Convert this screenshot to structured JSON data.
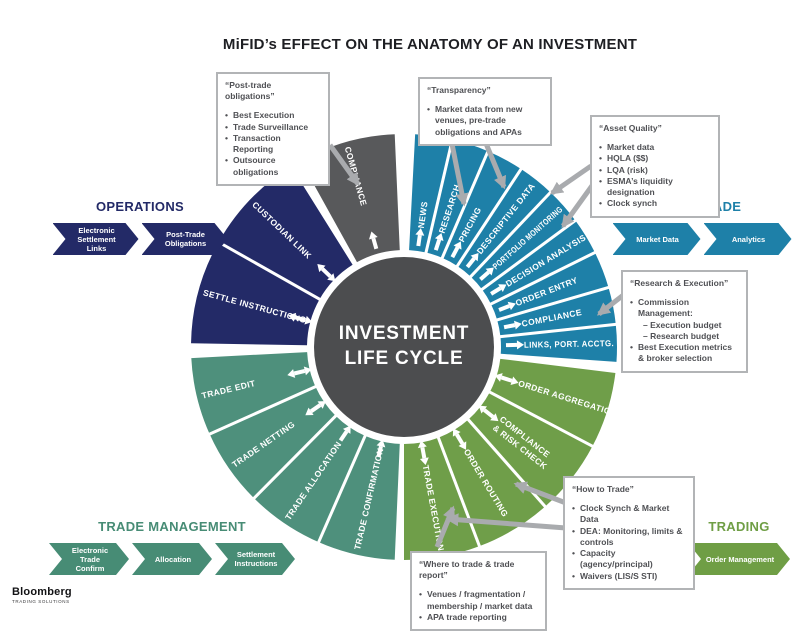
{
  "title": "MiFID’s EFFECT ON THE ANATOMY OF AN INVESTMENT",
  "wheel": {
    "center_label_line1": "INVESTMENT",
    "center_label_line2": "LIFE CYCLE",
    "center_color": "#4c4d4f",
    "separator_color": "#ffffff",
    "groups": [
      {
        "name": "compliance",
        "color": "#58595b",
        "segments": [
          {
            "label": "COMPLIANCE",
            "arrow": "out"
          }
        ]
      },
      {
        "name": "pre-trade",
        "color": "#1e80a8",
        "segments": [
          {
            "label": "NEWS",
            "arrow": "out"
          },
          {
            "label": "RESEARCH",
            "arrow": "out"
          },
          {
            "label": "PRICING",
            "arrow": "out"
          },
          {
            "label": "DESCRIPTIVE DATA",
            "arrow": "out"
          },
          {
            "label": "PORTFOLIO MONITORING",
            "arrow": "out"
          },
          {
            "label": "DECISION ANALYSIS",
            "arrow": "out"
          },
          {
            "label": "ORDER ENTRY",
            "arrow": "out"
          },
          {
            "label": "COMPLIANCE",
            "arrow": "out"
          },
          {
            "label": "LINKS, PORT. ACCTG.",
            "arrow": "out"
          }
        ]
      },
      {
        "name": "trading",
        "color": "#6f9e49",
        "segments": [
          {
            "label": "ORDER AGGREGATION",
            "arrow": "both"
          },
          {
            "label": "COMPLIANCE & RISK CHECK",
            "arrow": "both",
            "wrap": true
          },
          {
            "label": "ORDER ROUTING",
            "arrow": "both"
          },
          {
            "label": "TRADE EXECUTION",
            "arrow": "both"
          }
        ]
      },
      {
        "name": "trade-management",
        "color": "#4e907c",
        "segments": [
          {
            "label": "TRADE CONFIRMATION",
            "arrow": "in"
          },
          {
            "label": "TRADE ALLOCATION",
            "arrow": "in"
          },
          {
            "label": "TRADE NETTING",
            "arrow": "both"
          },
          {
            "label": "TRADE EDIT",
            "arrow": "both"
          }
        ]
      },
      {
        "name": "operations",
        "color": "#232a67",
        "segments": [
          {
            "label": "SETTLE INSTRUCTIONS",
            "arrow": "both"
          },
          {
            "label": "CUSTODIAN LINK",
            "arrow": "both"
          }
        ]
      }
    ]
  },
  "callouts": [
    {
      "id": "post-trade-obligations",
      "title": "“Post-trade obligations”",
      "items": [
        {
          "text": "Best Execution"
        },
        {
          "text": "Trade Surveillance"
        },
        {
          "text": "Transaction Reporting"
        },
        {
          "text": "Outsource obligations"
        }
      ]
    },
    {
      "id": "transparency",
      "title": "“Transparency”",
      "items": [
        {
          "text": "Market data from new venues, pre-trade obligations and APAs"
        }
      ]
    },
    {
      "id": "asset-quality",
      "title": "“Asset Quality”",
      "items": [
        {
          "text": "Market data"
        },
        {
          "text": "HQLA ($$)"
        },
        {
          "text": "LQA (risk)"
        },
        {
          "text": "ESMA’s liquidity designation"
        },
        {
          "text": "Clock synch"
        }
      ]
    },
    {
      "id": "research-execution",
      "title": "“Research & Execution”",
      "items": [
        {
          "text": "Commission Management:",
          "sub": [
            "– Execution budget",
            "– Research budget"
          ]
        },
        {
          "text": "Best Execution metrics & broker selection"
        }
      ]
    },
    {
      "id": "how-to-trade",
      "title": "“How to Trade”",
      "items": [
        {
          "text": "Clock Synch & Market Data"
        },
        {
          "text": "DEA: Monitoring, limits & controls"
        },
        {
          "text": "Capacity (agency/principal)"
        },
        {
          "text": "Waivers (LIS/S STI)"
        }
      ]
    },
    {
      "id": "where-to-trade",
      "title": "“Where to trade & trade report”",
      "items": [
        {
          "text": "Venues / fragmentation / membership / market data"
        },
        {
          "text": "APA trade reporting"
        }
      ]
    }
  ],
  "flows": [
    {
      "id": "operations",
      "heading": "OPERATIONS",
      "color": "#232a67",
      "steps": [
        "Electronic Settlement Links",
        "Post-Trade Obligations"
      ]
    },
    {
      "id": "pre-trade",
      "heading": "PRE-TRADE",
      "color": "#1e80a8",
      "steps": [
        "Market Data",
        "Analytics"
      ]
    },
    {
      "id": "trade-management",
      "heading": "TRADE MANAGEMENT",
      "color": "#478c75",
      "steps": [
        "Electronic Trade Confirm",
        "Allocation",
        "Settlement Instructions"
      ]
    },
    {
      "id": "trading",
      "heading": "TRADING",
      "color": "#6f9e45",
      "steps": [
        "Order Management"
      ]
    }
  ],
  "connector_color": "#a9abae",
  "logo": {
    "name": "Bloomberg",
    "tagline": "TRADING SOLUTIONS"
  }
}
